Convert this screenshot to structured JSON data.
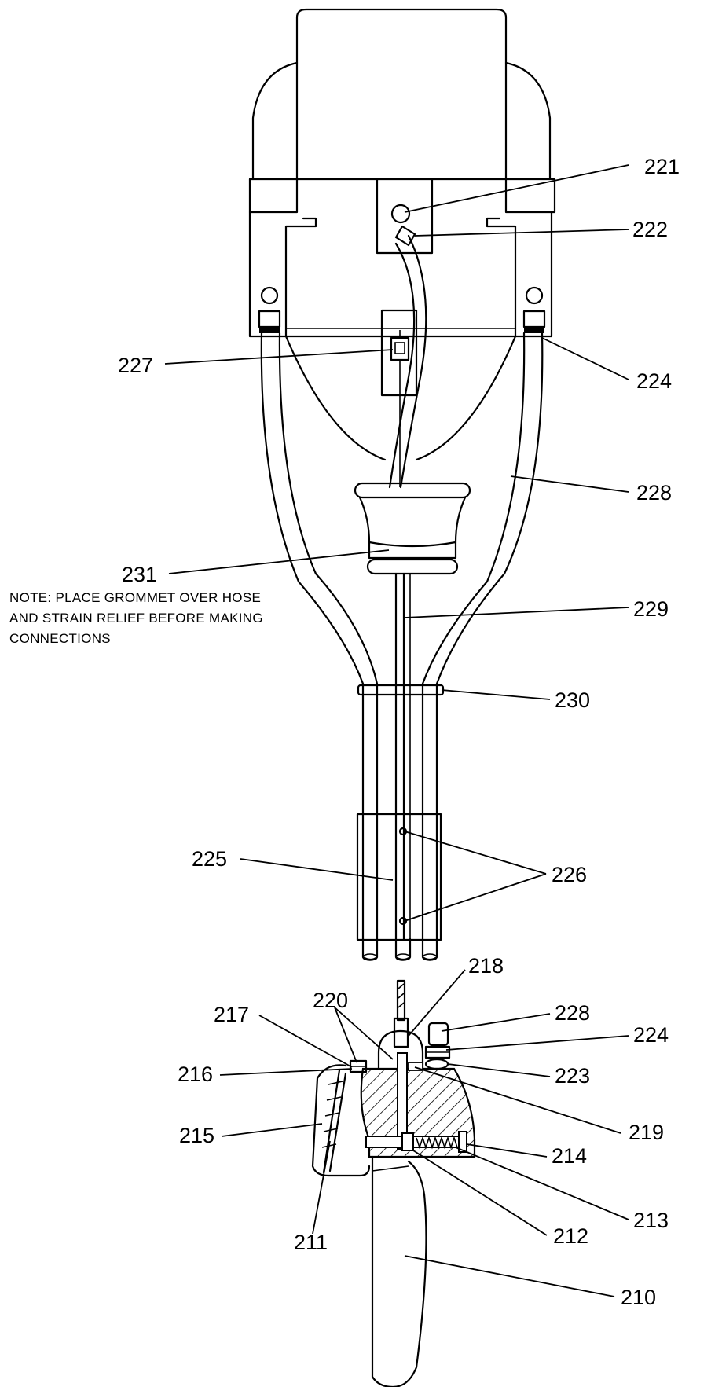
{
  "note": {
    "lines": [
      "NOTE: PLACE GROMMET OVER HOSE",
      "AND STRAIN RELIEF BEFORE MAKING",
      "CONNECTIONS"
    ]
  },
  "labels": {
    "l210": "210",
    "l211": "211",
    "l212": "212",
    "l213": "213",
    "l214": "214",
    "l215": "215",
    "l216": "216",
    "l217": "217",
    "l218": "218",
    "l219": "219",
    "l220": "220",
    "l221": "221",
    "l222": "222",
    "l223": "223",
    "l224a": "224",
    "l224b": "224",
    "l225": "225",
    "l226": "226",
    "l227": "227",
    "l228a": "228",
    "l228b": "228",
    "l229": "229",
    "l230": "230",
    "l231": "231"
  }
}
